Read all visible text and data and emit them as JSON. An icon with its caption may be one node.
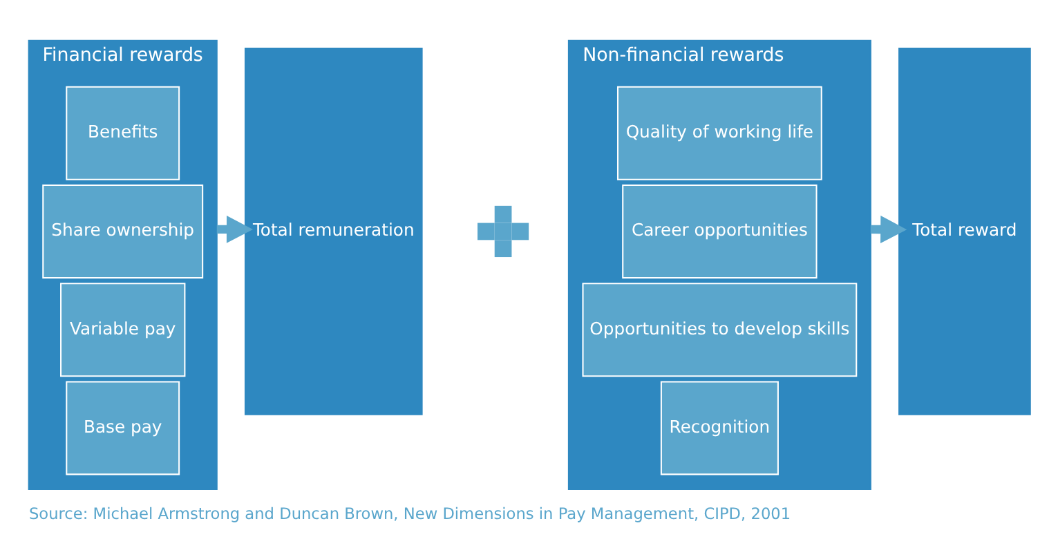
{
  "diagram": {
    "caption": "Source: Michael Armstrong and Duncan Brown, New Dimensions in Pay Management, CIPD, 2001",
    "nodes": [
      {
        "text": [
          "Financial rewards"
        ]
      },
      {
        "text": [
          "Base pay"
        ],
        "in": 0
      },
      {
        "text": [
          "Variable pay"
        ],
        "in": 0
      },
      {
        "text": [
          "Share ownership"
        ],
        "in": 0
      },
      {
        "text": [
          "Benefits"
        ],
        "in": 0
      },
      {
        "text": [
          "Total remuneration"
        ]
      },
      {
        "text": [],
        "shape": "plus"
      },
      {
        "text": [
          "Non-financial rewards"
        ]
      },
      {
        "text": [
          "Recognition"
        ],
        "in": 7
      },
      {
        "text": [
          "Opportunities to develop skills"
        ],
        "in": 7
      },
      {
        "text": [
          "Career opportunities"
        ],
        "in": 7
      },
      {
        "text": [
          "Quality of working life"
        ],
        "in": 7
      },
      {
        "text": [
          "Total reward"
        ]
      }
    ],
    "edges": [
      {
        "from": 0,
        "to": 5,
        "arrow": "to"
      },
      {
        "from": 7,
        "to": 12,
        "arrow": "to"
      }
    ]
  }
}
